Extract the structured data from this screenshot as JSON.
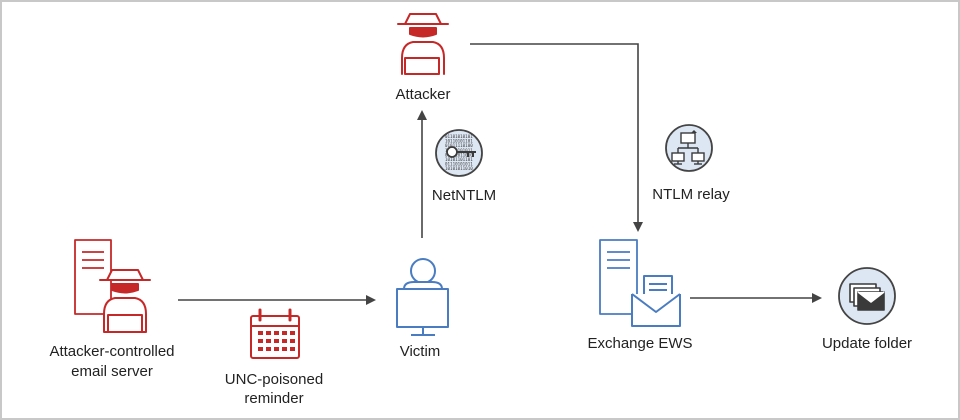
{
  "nodes": {
    "attacker": "Attacker",
    "server_line1": "Attacker-controlled",
    "server_line2": "email server",
    "victim": "Victim",
    "exchange": "Exchange EWS",
    "update_folder": "Update folder"
  },
  "edges": {
    "netntlm": "NetNTLM",
    "ntlm_relay": "NTLM relay",
    "reminder_line1": "UNC-poisoned",
    "reminder_line2": "reminder"
  },
  "binary_lines": [
    "01101010101",
    "10110101101",
    "01011110100",
    "11010101011",
    "01101011010",
    "10101101101",
    "01110101011",
    "10101011010"
  ],
  "colors": {
    "attacker_red": "#c62828",
    "victim_blue": "#4a7cc2",
    "badge_fill": "#dde6f3",
    "badge_stroke": "#444444",
    "arrow": "#444444"
  }
}
